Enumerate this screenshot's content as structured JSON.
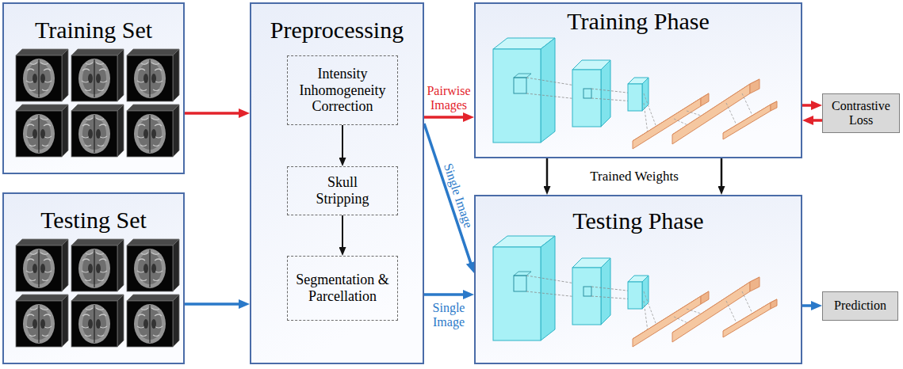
{
  "diagram": {
    "nodes": [
      {
        "text": [
          "Training Set"
        ]
      },
      {
        "text": [
          "Testing Set"
        ]
      },
      {
        "text": [
          "Preprocessing"
        ]
      },
      {
        "text": [
          "Intensity Inhomogeneity Correction"
        ],
        "in": 2
      },
      {
        "text": [
          "Skull Stripping"
        ],
        "in": 2
      },
      {
        "text": [
          "Segmentation & Parcellation"
        ],
        "in": 2
      },
      {
        "text": [
          "Training Phase"
        ]
      },
      {
        "text": [
          "Testing Phase"
        ]
      },
      {
        "text": [
          "Contrastive Loss"
        ]
      },
      {
        "text": [
          "Prediction"
        ]
      }
    ],
    "edges": [
      {
        "from": 0,
        "to": 2,
        "arrow": "to"
      },
      {
        "from": 1,
        "to": 2,
        "arrow": "to"
      },
      {
        "from": 3,
        "to": 4,
        "arrow": "to"
      },
      {
        "from": 4,
        "to": 5,
        "arrow": "to"
      },
      {
        "from": 2,
        "to": 6,
        "label": "Pairwise Images",
        "arrow": "to"
      },
      {
        "from": 2,
        "to": 7,
        "label": "Single Image",
        "arrow": "to"
      },
      {
        "from": 2,
        "to": 7,
        "label": "Single Image",
        "arrow": "to"
      },
      {
        "from": 6,
        "to": 8,
        "arrow": "to"
      },
      {
        "from": 8,
        "to": 6,
        "arrow": "to"
      },
      {
        "from": 6,
        "to": 7,
        "arrow": "to"
      },
      {
        "from": 6,
        "to": 7,
        "arrow": "to"
      },
      {
        "from": 7,
        "to": 9,
        "arrow": "to"
      }
    ],
    "labels": [
      "Trained Weights"
    ]
  }
}
